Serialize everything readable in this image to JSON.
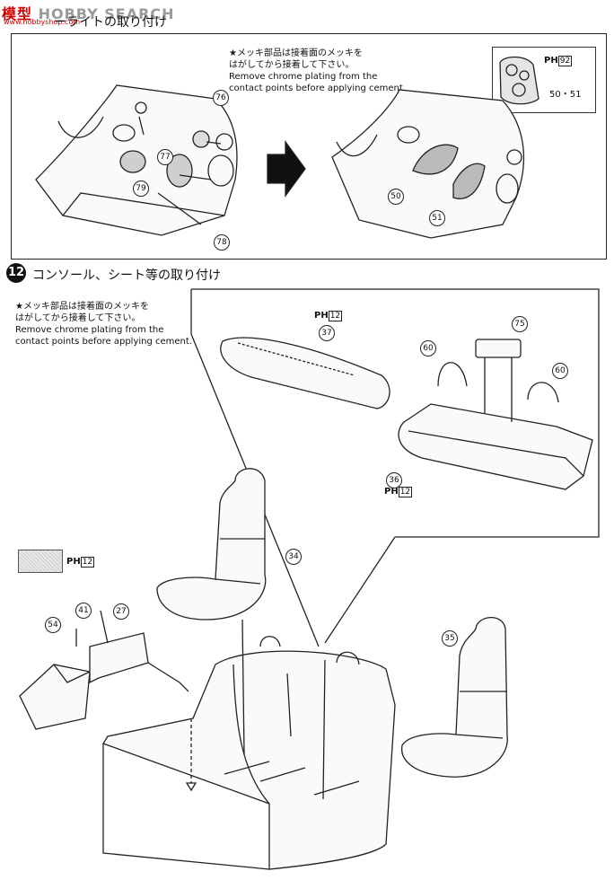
{
  "watermark": {
    "brand_a": "模型",
    "brand_b": "HOBBY SEARCH",
    "url": "www.hobbyshop.com"
  },
  "step11": {
    "title": "ーライトの取り付け",
    "ref": "PH",
    "ref_num": "92",
    "ref_parts": "50・51",
    "note": [
      "★メッキ部品は接着面のメッキを",
      "はがしてから接着して下さい。",
      "Remove chrome plating from the",
      "contact points before applying cement."
    ]
  },
  "step12": {
    "number": "12",
    "title": "コンソール、シート等の取り付け",
    "note": [
      "★メッキ部品は接着面のメッキを",
      "はがしてから接着して下さい。",
      "Remove chrome plating from the",
      "contact points before applying cement."
    ]
  },
  "parts": {
    "p76": "76",
    "p77": "77",
    "p79": "79",
    "p78": "78",
    "p50a": "50",
    "p51a": "51",
    "p37": "37",
    "p75": "75",
    "p60a": "60",
    "p60b": "60",
    "p36": "36",
    "p34": "34",
    "p41": "41",
    "p27": "27",
    "p54": "54",
    "p35": "35"
  },
  "refs": {
    "ref37": "PH",
    "ref37n": "12",
    "ref36": "PH",
    "ref36n": "12",
    "swatch": "PH",
    "swatchn": "12"
  }
}
